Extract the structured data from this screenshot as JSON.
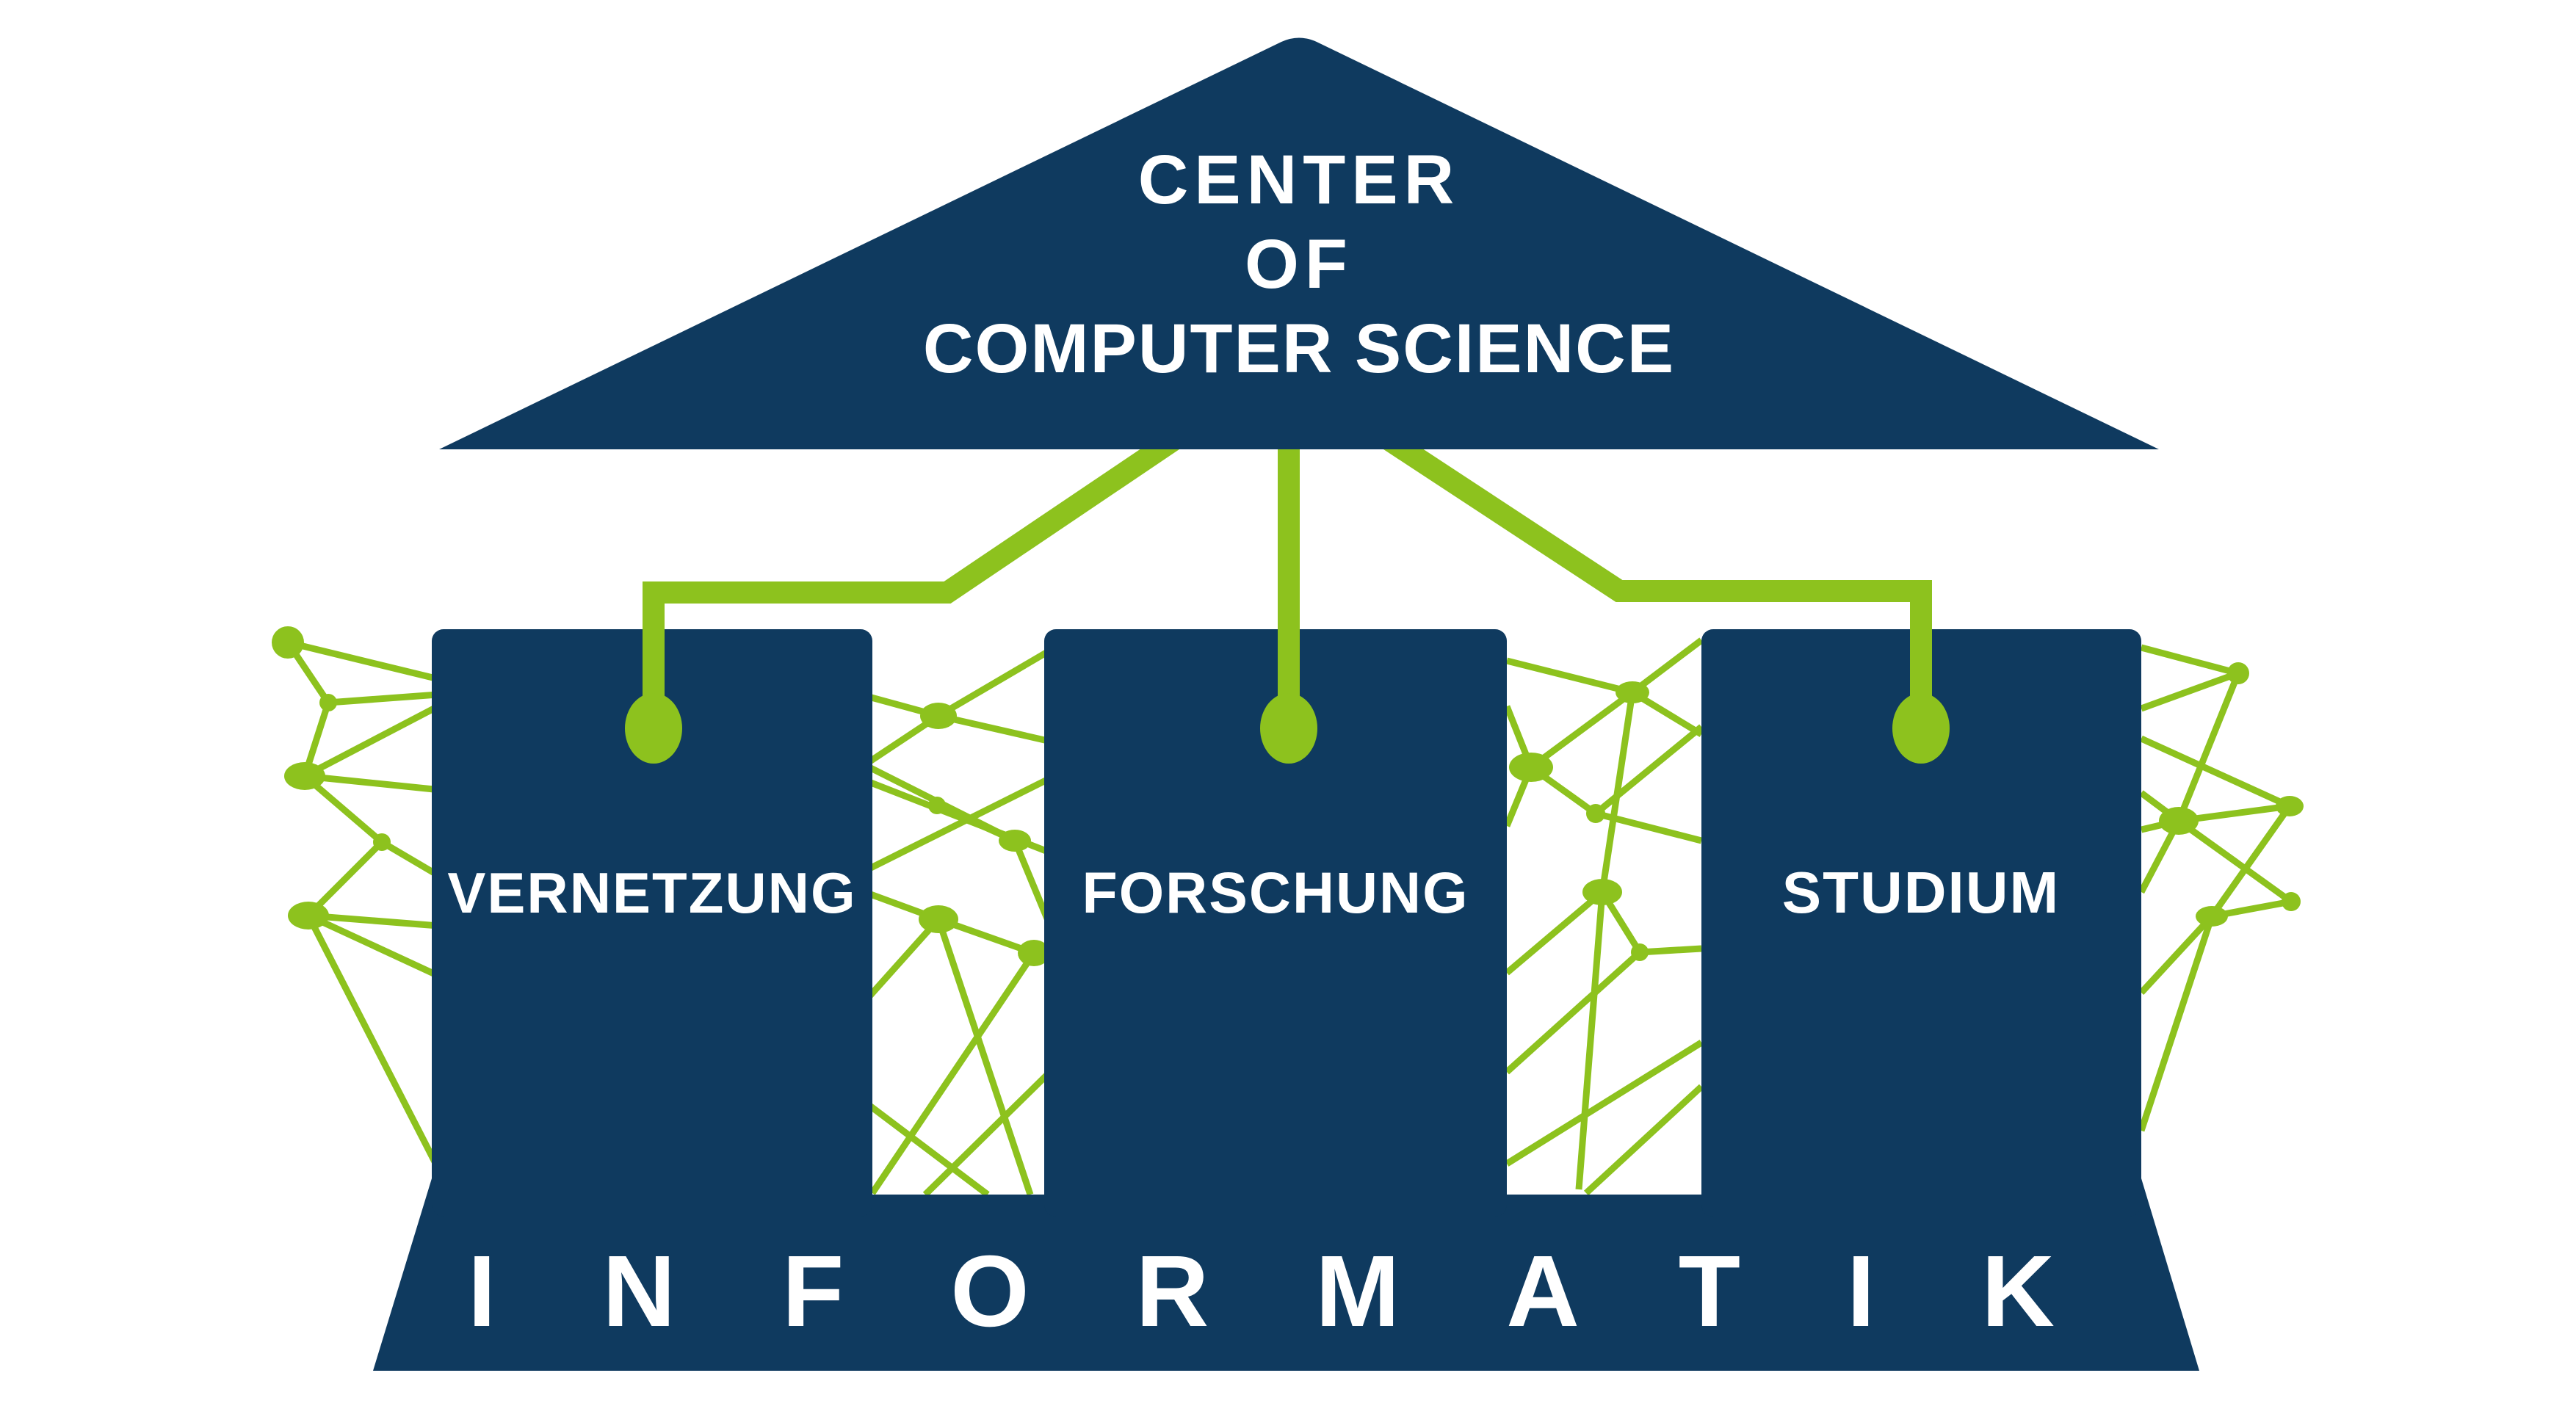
{
  "diagram": {
    "title_lines": {
      "line1": "CENTER",
      "line2": "OF",
      "line3": "COMPUTER SCIENCE"
    },
    "pillars": [
      {
        "label": "VERNETZUNG"
      },
      {
        "label": "FORSCHUNG"
      },
      {
        "label": "STUDIUM"
      }
    ],
    "base": {
      "label": "INFORMATIK"
    }
  },
  "colors": {
    "navy": "#0f3a5f",
    "green": "#8dc21e",
    "background": "#ffffff",
    "text_on_navy": "#ffffff"
  },
  "icons": {
    "connector_node": "network-node-dot",
    "network_motif": "plexus-network-graphic"
  }
}
